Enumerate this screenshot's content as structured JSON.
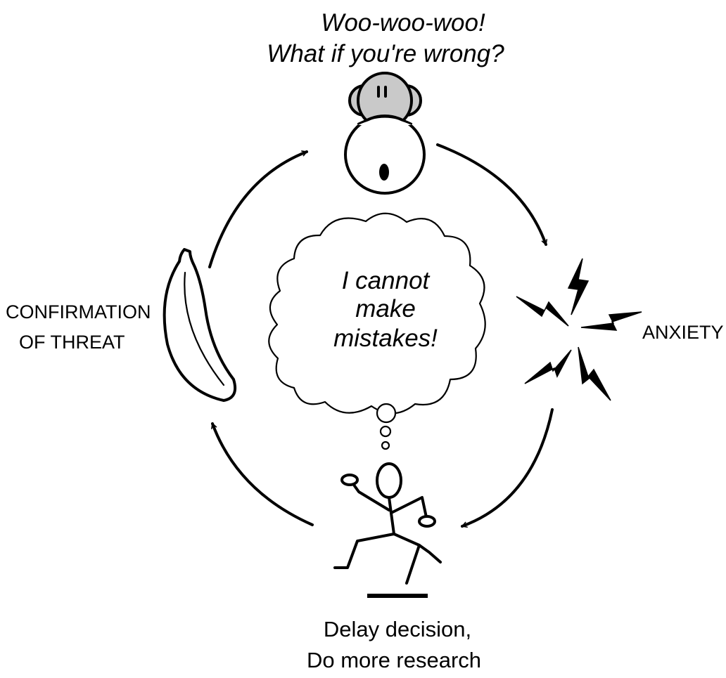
{
  "colors": {
    "ink": "#000000",
    "background": "#ffffff",
    "monkey_fur": "#c9c9c9"
  },
  "top": {
    "line1": "Woo-woo-woo!",
    "line2": "What if you're wrong?",
    "icon": "monkey-face-icon"
  },
  "cloud": {
    "line1": "I cannot",
    "line2": "make",
    "line3": "mistakes!",
    "icon": "thought-cloud-icon"
  },
  "right": {
    "label": "ANXIETY",
    "icon": "lightning-burst-icon"
  },
  "bottom": {
    "line1": "Delay decision,",
    "line2": "Do more research",
    "icon": "running-stick-figure-icon"
  },
  "left": {
    "line1": "CONFIRMATION",
    "line2": "OF THREAT",
    "icon": "banana-icon"
  }
}
